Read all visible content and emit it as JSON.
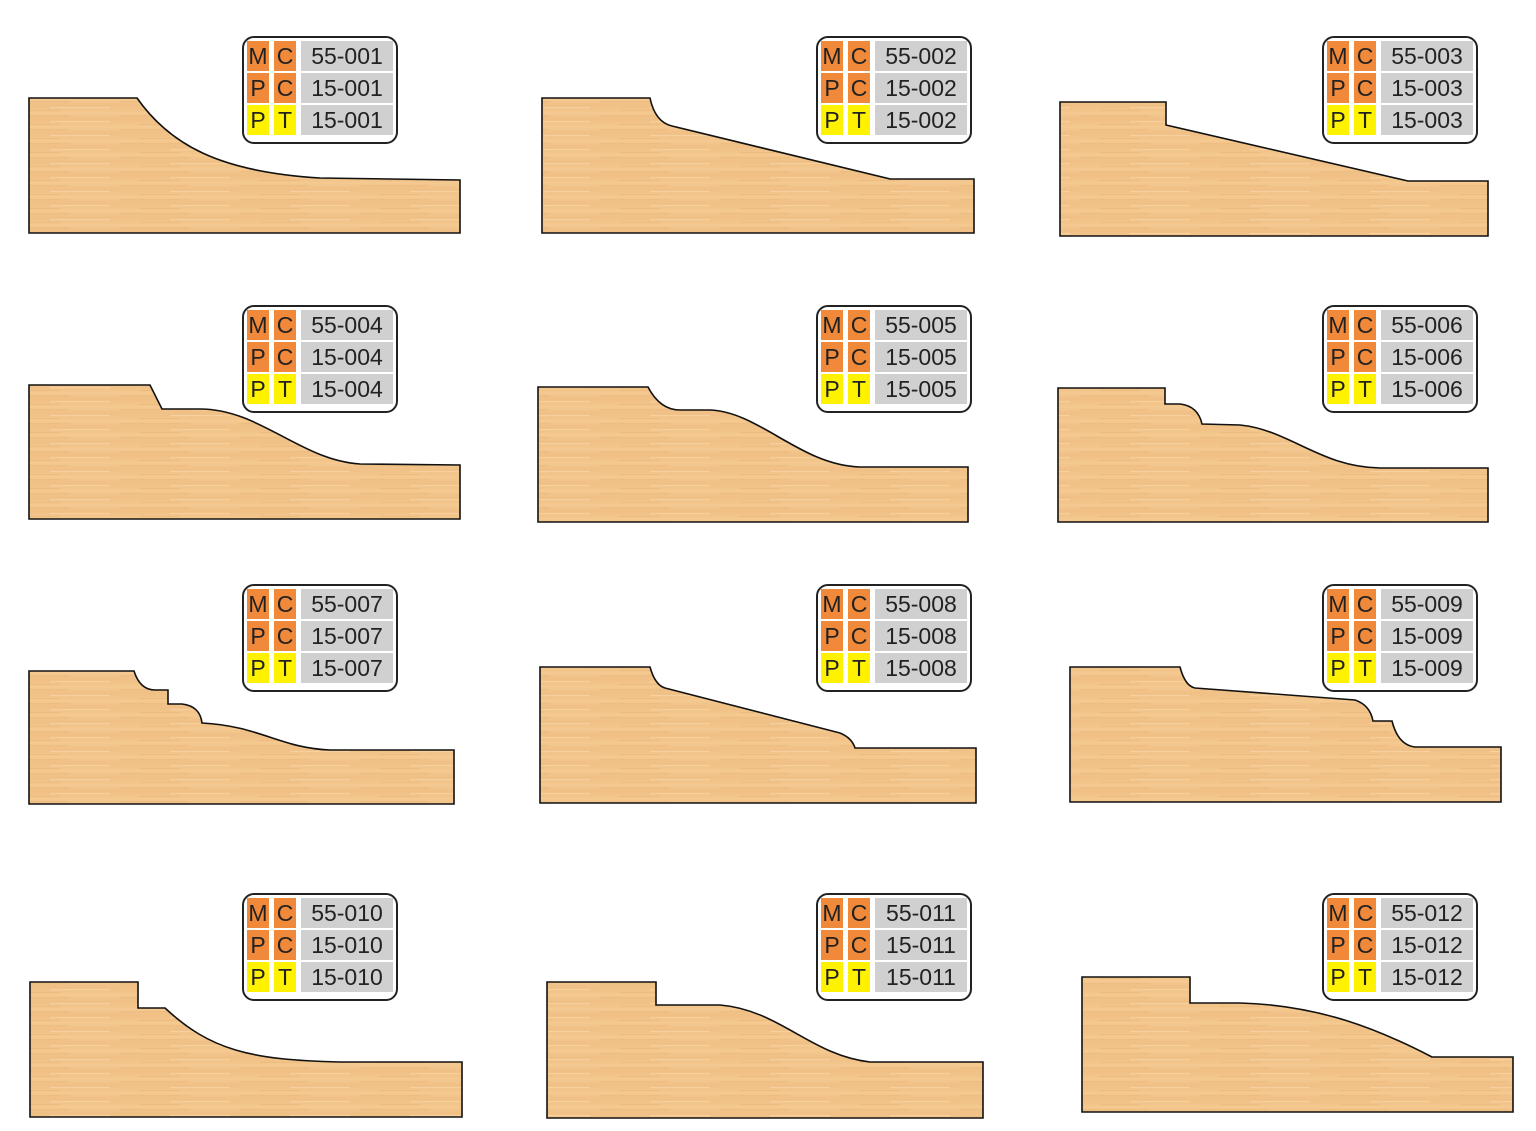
{
  "colors": {
    "orange": "#f0893a",
    "yellow": "#fff200",
    "grey": "#d0d0d0",
    "wood": "#f2c489",
    "outline": "#111111"
  },
  "profiles": [
    {
      "rows": [
        [
          "M",
          "C",
          "55-001"
        ],
        [
          "P",
          "C",
          "15-001"
        ],
        [
          "P",
          "T",
          "15-001"
        ]
      ]
    },
    {
      "rows": [
        [
          "M",
          "C",
          "55-002"
        ],
        [
          "P",
          "C",
          "15-002"
        ],
        [
          "P",
          "T",
          "15-002"
        ]
      ]
    },
    {
      "rows": [
        [
          "M",
          "C",
          "55-003"
        ],
        [
          "P",
          "C",
          "15-003"
        ],
        [
          "P",
          "T",
          "15-003"
        ]
      ]
    },
    {
      "rows": [
        [
          "M",
          "C",
          "55-004"
        ],
        [
          "P",
          "C",
          "15-004"
        ],
        [
          "P",
          "T",
          "15-004"
        ]
      ]
    },
    {
      "rows": [
        [
          "M",
          "C",
          "55-005"
        ],
        [
          "P",
          "C",
          "15-005"
        ],
        [
          "P",
          "T",
          "15-005"
        ]
      ]
    },
    {
      "rows": [
        [
          "M",
          "C",
          "55-006"
        ],
        [
          "P",
          "C",
          "15-006"
        ],
        [
          "P",
          "T",
          "15-006"
        ]
      ]
    },
    {
      "rows": [
        [
          "M",
          "C",
          "55-007"
        ],
        [
          "P",
          "C",
          "15-007"
        ],
        [
          "P",
          "T",
          "15-007"
        ]
      ]
    },
    {
      "rows": [
        [
          "M",
          "C",
          "55-008"
        ],
        [
          "P",
          "C",
          "15-008"
        ],
        [
          "P",
          "T",
          "15-008"
        ]
      ]
    },
    {
      "rows": [
        [
          "M",
          "C",
          "55-009"
        ],
        [
          "P",
          "C",
          "15-009"
        ],
        [
          "P",
          "T",
          "15-009"
        ]
      ]
    },
    {
      "rows": [
        [
          "M",
          "C",
          "55-010"
        ],
        [
          "P",
          "C",
          "15-010"
        ],
        [
          "P",
          "T",
          "15-010"
        ]
      ]
    },
    {
      "rows": [
        [
          "M",
          "C",
          "55-011"
        ],
        [
          "P",
          "C",
          "15-011"
        ],
        [
          "P",
          "T",
          "15-011"
        ]
      ]
    },
    {
      "rows": [
        [
          "M",
          "C",
          "55-012"
        ],
        [
          "P",
          "C",
          "15-012"
        ],
        [
          "P",
          "T",
          "15-012"
        ]
      ]
    }
  ]
}
